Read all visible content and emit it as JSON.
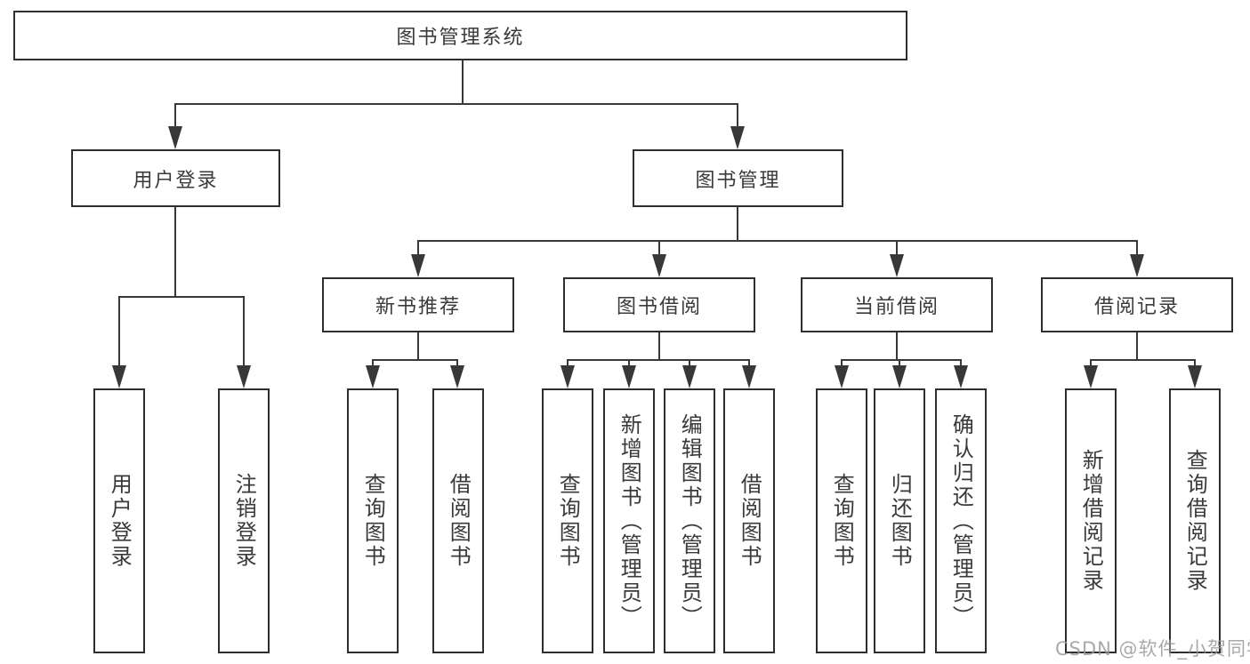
{
  "tree": {
    "root": {
      "label": "图书管理系统"
    },
    "level2": [
      {
        "label": "用户登录",
        "children": [
          {
            "label": "用户登录"
          },
          {
            "label": "注销登录"
          }
        ]
      },
      {
        "label": "图书管理",
        "children": [
          {
            "label": "新书推荐",
            "children": [
              {
                "label": "查询图书"
              },
              {
                "label": "借阅图书"
              }
            ]
          },
          {
            "label": "图书借阅",
            "children": [
              {
                "label": "查询图书"
              },
              {
                "label": "新增图书（管理员）"
              },
              {
                "label": "编辑图书（管理员）"
              },
              {
                "label": "借阅图书"
              }
            ]
          },
          {
            "label": "当前借阅",
            "children": [
              {
                "label": "查询图书"
              },
              {
                "label": "归还图书"
              },
              {
                "label": "确认归还（管理员）"
              }
            ]
          },
          {
            "label": "借阅记录",
            "children": [
              {
                "label": "新增借阅记录"
              },
              {
                "label": "查询借阅记录"
              }
            ]
          }
        ]
      }
    ]
  },
  "watermark": {
    "text": "CSDN @软件_小贺同学"
  },
  "colors": {
    "box_border": "#2e2e2e",
    "connector": "#383838",
    "text": "#3a3a3a",
    "watermark": "#969696"
  }
}
